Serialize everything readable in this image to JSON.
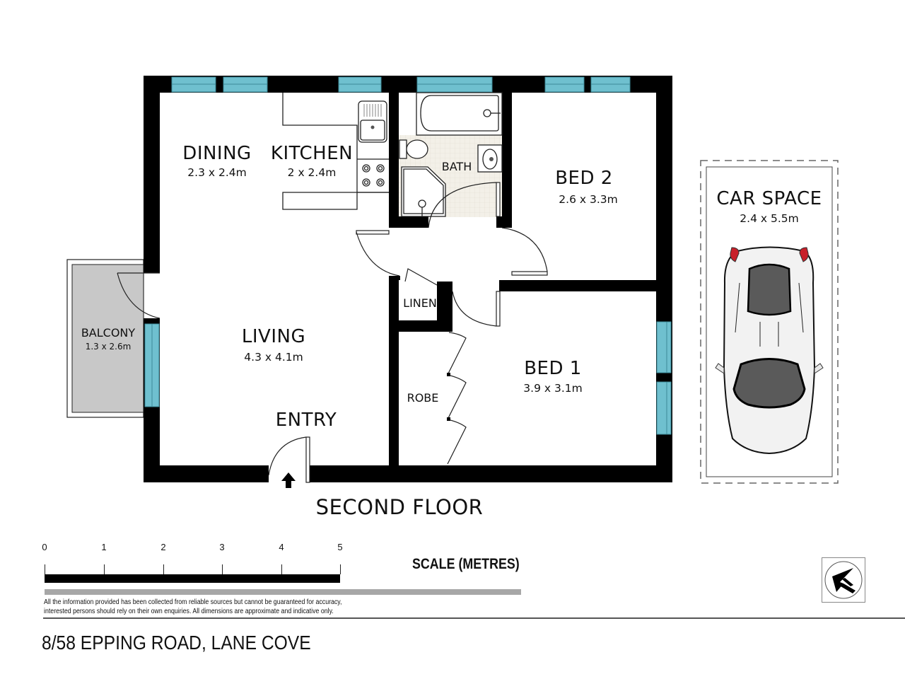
{
  "plan": {
    "floor_title": "SECOND FLOOR",
    "colors": {
      "wall": "#000000",
      "window": "#6fc0cf",
      "window_line": "#3d8a98",
      "balcony_fill": "#c8c8c8",
      "bath_tile": "#f1eee6",
      "car_light": "#c8202a",
      "car_glass": "#5a5a5a",
      "car_body": "#f2f2f2"
    },
    "rooms": [
      {
        "id": "dining",
        "label": "DINING",
        "dimensions": "2.3 x 2.4m"
      },
      {
        "id": "kitchen",
        "label": "KITCHEN",
        "dimensions": "2 x 2.4m"
      },
      {
        "id": "bath",
        "label": "BATH",
        "dimensions": ""
      },
      {
        "id": "bed2",
        "label": "BED 2",
        "dimensions": "2.6 x 3.3m"
      },
      {
        "id": "linen",
        "label": "LINEN",
        "dimensions": ""
      },
      {
        "id": "living",
        "label": "LIVING",
        "dimensions": "4.3 x 4.1m"
      },
      {
        "id": "bed1",
        "label": "BED 1",
        "dimensions": "3.9 x 3.1m"
      },
      {
        "id": "robe",
        "label": "ROBE",
        "dimensions": ""
      },
      {
        "id": "entry",
        "label": "ENTRY",
        "dimensions": ""
      },
      {
        "id": "balcony",
        "label": "BALCONY",
        "dimensions": "1.3 x 2.6m"
      },
      {
        "id": "car_space",
        "label": "CAR SPACE",
        "dimensions": "2.4 x 5.5m"
      }
    ]
  },
  "scale": {
    "title": "SCALE (METRES)",
    "ticks": [
      "0",
      "1",
      "2",
      "3",
      "4",
      "5"
    ]
  },
  "disclaimer": {
    "line1": "All the information provided has been collected from reliable sources but cannot be guaranteed for accuracy,",
    "line2": "interested persons should rely on their own enquiries. All dimensions are approximate and indicative only."
  },
  "address": "8/58 EPPING ROAD, LANE COVE",
  "icons": {
    "compass": "north-arrow-icon",
    "entry_arrow": "up-arrow-icon",
    "car": "car-top-view-icon"
  }
}
